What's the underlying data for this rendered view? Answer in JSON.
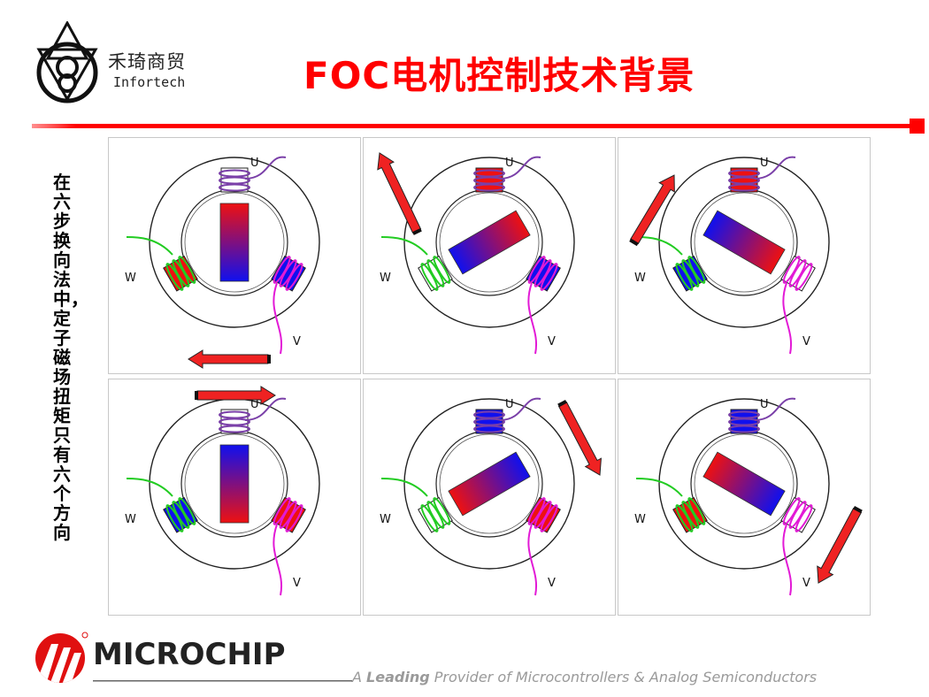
{
  "header": {
    "logo_cn": "禾琦商贸",
    "logo_en": "Infortech",
    "title": "FOC电机控制技术背景"
  },
  "side_text": "在六步换向法中，定子磁场扭矩只有六个方向",
  "diagram": {
    "phase_labels": {
      "u": "U",
      "v": "V",
      "w": "W"
    },
    "colors": {
      "red": "#ee1111",
      "blue": "#1010ee",
      "purple": "#7a3fa8",
      "magenta": "#e21ad6",
      "green": "#22cc22",
      "arrow": "#ef2222"
    },
    "panels": [
      {
        "u": "off",
        "v": "blue",
        "w": "red",
        "rotor_angle": 0,
        "rotor_top": "red",
        "arrow": "left"
      },
      {
        "u": "red",
        "v": "blue",
        "w": "off",
        "rotor_angle": 60,
        "rotor_top": "red",
        "arrow": "up-left"
      },
      {
        "u": "red",
        "v": "off",
        "w": "blue",
        "rotor_angle": 120,
        "rotor_top": "red",
        "arrow": "up-right"
      },
      {
        "u": "off",
        "v": "red",
        "w": "blue",
        "rotor_angle": 180,
        "rotor_top": "red",
        "arrow": "right"
      },
      {
        "u": "blue",
        "v": "red",
        "w": "off",
        "rotor_angle": 240,
        "rotor_top": "red",
        "arrow": "down-right"
      },
      {
        "u": "blue",
        "v": "off",
        "w": "red",
        "rotor_angle": 300,
        "rotor_top": "red",
        "arrow": "down-left"
      }
    ]
  },
  "footer": {
    "brand": "MICROCHIP",
    "tagline_a": "A ",
    "tagline_b": "Leading",
    "tagline_c": " Provider of Microcontrollers & Analog Semiconductors"
  }
}
